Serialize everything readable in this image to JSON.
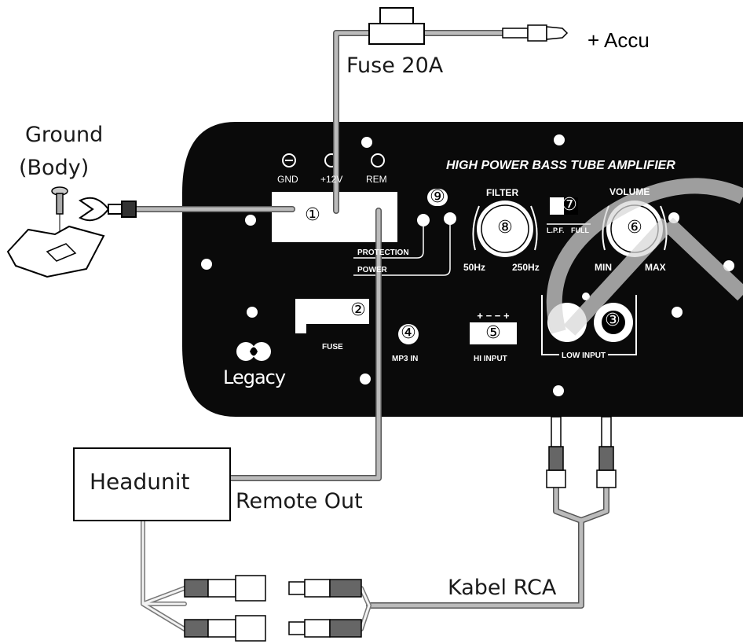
{
  "labels": {
    "fuse": "Fuse 20A",
    "accu": "+ Accu",
    "ground_line1": "Ground",
    "ground_line2": "(Body)",
    "headunit": "Headunit",
    "remote_out": "Remote Out",
    "kabel_rca": "Kabel RCA"
  },
  "panel": {
    "title": "HIGH POWER BASS TUBE AMPLIFIER",
    "gnd": "GND",
    "plus12v": "+12V",
    "rem": "REM",
    "protection": "PROTECTION",
    "power": "POWER",
    "filter": "FILTER",
    "hz50": "50Hz",
    "hz250": "250Hz",
    "lpf": "L.P.F.",
    "full": "FULL",
    "volume": "VOLUME",
    "min": "MIN",
    "max": "MAX",
    "fuse": "FUSE",
    "mp3_in": "MP3 IN",
    "hi_input": "HI INPUT",
    "low_input": "LOW INPUT",
    "brand": "Legacy"
  },
  "markers": {
    "m1": "①",
    "m2": "②",
    "m3": "③",
    "m4": "④",
    "m5": "⑤",
    "m6": "⑥",
    "m7": "⑦",
    "m8": "⑧",
    "m9": "⑨"
  },
  "colors": {
    "panel": "#0a0a0a",
    "wire": "#aaaaaa",
    "wire_edge": "#555555"
  }
}
